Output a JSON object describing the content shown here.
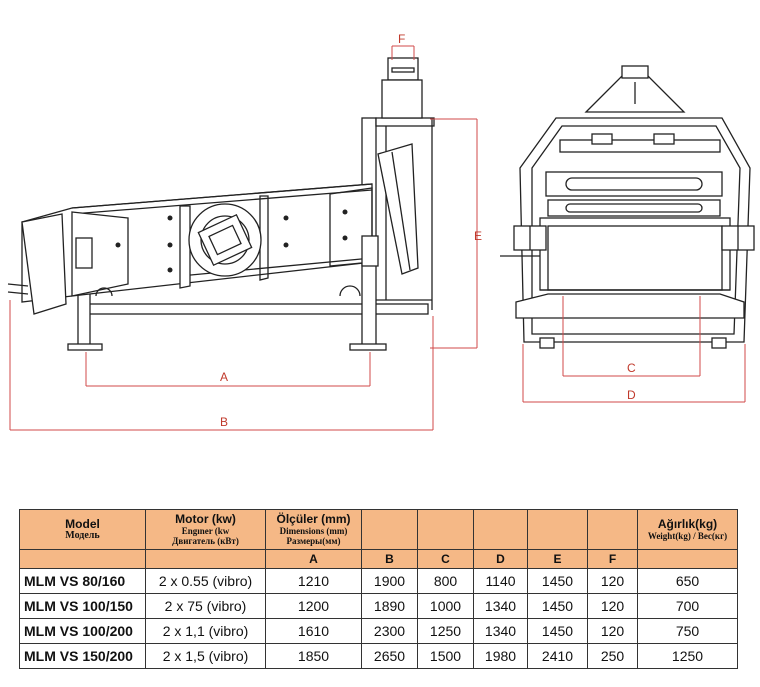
{
  "dimension_labels": {
    "a": "A",
    "b": "B",
    "c": "C",
    "d": "D",
    "e": "E",
    "f": "F"
  },
  "colors": {
    "dimension_line": "#d04a4a",
    "header_fill": "#f5b886",
    "drawing_line": "#222222"
  },
  "table": {
    "header": {
      "model": [
        "Model",
        "Модель"
      ],
      "motor": [
        "Motor (kw)",
        "Engıner (kw",
        "Двигатель (кВт)"
      ],
      "dimensions": [
        "Ölçüler (mm)",
        "Dimensions (mm)",
        "Размеры(мм)"
      ],
      "weight": [
        "Ağırlık(kg)",
        "Weight(kg) / Вес(кг)"
      ]
    },
    "letters": [
      "A",
      "B",
      "C",
      "D",
      "E",
      "F"
    ],
    "rows": [
      {
        "model": "MLM VS 80/160",
        "motor": "2 x 0.55 (vibro)",
        "a": "1210",
        "b": "1900",
        "c": "800",
        "d": "1140",
        "e": "1450",
        "f": "120",
        "weight": "650"
      },
      {
        "model": "MLM VS 100/150",
        "motor": "2 x 75 (vibro)",
        "a": "1200",
        "b": "1890",
        "c": "1000",
        "d": "1340",
        "e": "1450",
        "f": "120",
        "weight": "700"
      },
      {
        "model": "MLM VS 100/200",
        "motor": "2 x 1,1 (vibro)",
        "a": "1610",
        "b": "2300",
        "c": "1250",
        "d": "1340",
        "e": "1450",
        "f": "120",
        "weight": "750"
      },
      {
        "model": "MLM VS 150/200",
        "motor": "2 x 1,5 (vibro)",
        "a": "1850",
        "b": "2650",
        "c": "1500",
        "d": "1980",
        "e": "2410",
        "f": "250",
        "weight": "1250"
      }
    ]
  }
}
